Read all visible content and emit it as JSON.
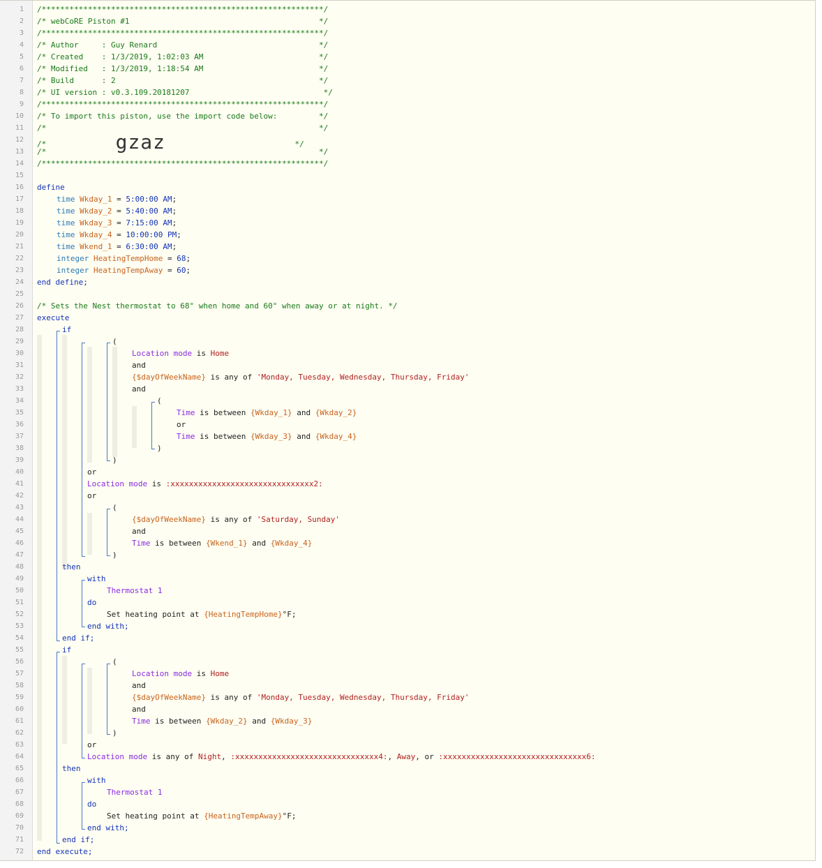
{
  "header_comment": {
    "border": "/*************************************************************/",
    "title": "/* webCoRE Piston #1                                         */",
    "author": "/* Author     : Guy Renard                                   */",
    "created": "/* Created    : 1/3/2019, 1:02:03 AM                         */",
    "modified": "/* Modified   : 1/3/2019, 1:18:54 AM                         */",
    "build": "/* Build      : 2                                            */",
    "ui_version": "/* UI version : v0.3.109.20181207                             */",
    "import_note": "/* To import this piston, use the import code below:         */",
    "blank": "/*                                                           */",
    "code_prefix": "/*               ",
    "import_code": "gzaz",
    "code_suffix": "                            */"
  },
  "define": {
    "open": "define",
    "vars": [
      {
        "type": "time",
        "name": "Wkday_1",
        "value": "5:00:00 AM"
      },
      {
        "type": "time",
        "name": "Wkday_2",
        "value": "5:40:00 AM"
      },
      {
        "type": "time",
        "name": "Wkday_3",
        "value": "7:15:00 AM"
      },
      {
        "type": "time",
        "name": "Wkday_4",
        "value": "10:00:00 PM"
      },
      {
        "type": "time",
        "name": "Wkend_1",
        "value": "6:30:00 AM"
      },
      {
        "type": "integer",
        "name": "HeatingTempHome",
        "value": "68"
      },
      {
        "type": "integer",
        "name": "HeatingTempAway",
        "value": "60"
      }
    ],
    "close": "end define;"
  },
  "description": "/* Sets the Nest thermostat to 68° when home and 60° when away or at night. */",
  "kw": {
    "execute": "execute",
    "end_execute": "end execute;",
    "if": "if",
    "end_if": "end if;",
    "then": "then",
    "with": "with",
    "do": "do",
    "end_with": "end with;",
    "and": "and",
    "or": "or",
    "open_paren": "(",
    "close_paren": ")",
    "is": "is",
    "is_any_of": "is any of",
    "is_between": "is between",
    "set_heating": "Set heating point at ",
    "deg_f": "°F;",
    "comma": ", ",
    "or_sep": ", or "
  },
  "subjects": {
    "location_mode": "Location mode",
    "day_of_week": "{$dayOfWeekName}",
    "time": "Time",
    "thermostat": "Thermostat 1"
  },
  "values": {
    "home": "Home",
    "weekdays": "'Monday, Tuesday, Wednesday, Thursday, Friday'",
    "weekend": "'Saturday, Sunday'",
    "mode2": ":xxxxxxxxxxxxxxxxxxxxxxxxxxxxxxx2:",
    "night": "Night",
    "mode4": ":xxxxxxxxxxxxxxxxxxxxxxxxxxxxxxx4:",
    "away": "Away",
    "mode6": ":xxxxxxxxxxxxxxxxxxxxxxxxxxxxxxx6:",
    "wkday_1": "{Wkday_1}",
    "wkday_2": "{Wkday_2}",
    "wkday_3": "{Wkday_3}",
    "wkday_4": "{Wkday_4}",
    "wkend_1": "{Wkend_1}",
    "temp_home": "{HeatingTempHome}",
    "temp_away": "{HeatingTempAway}"
  },
  "colors": {
    "comment": "#1a7a1a",
    "keyword": "#1433b8",
    "variable": "#c8631e",
    "device": "#8a2be2",
    "string": "#b02020"
  }
}
